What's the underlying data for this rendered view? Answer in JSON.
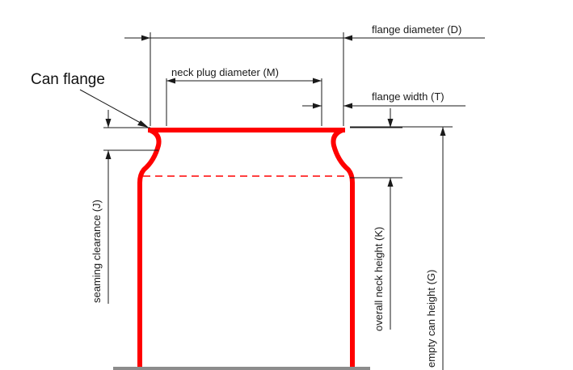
{
  "diagram": {
    "labels": {
      "can_flange": "Can flange",
      "flange_diameter": "flange diameter (D)",
      "neck_plug_diameter": "neck plug diameter (M)",
      "flange_width": "flange width (T)",
      "seaming_clearance": "seaming clearance (J)",
      "overall_neck_height": "overall neck height (K)",
      "empty_can_height": "empty  can height (G)"
    },
    "colors": {
      "can_outline": "#ff0000",
      "dimension_lines": "#1a1a1a",
      "base_line": "#8c8c8c"
    }
  }
}
